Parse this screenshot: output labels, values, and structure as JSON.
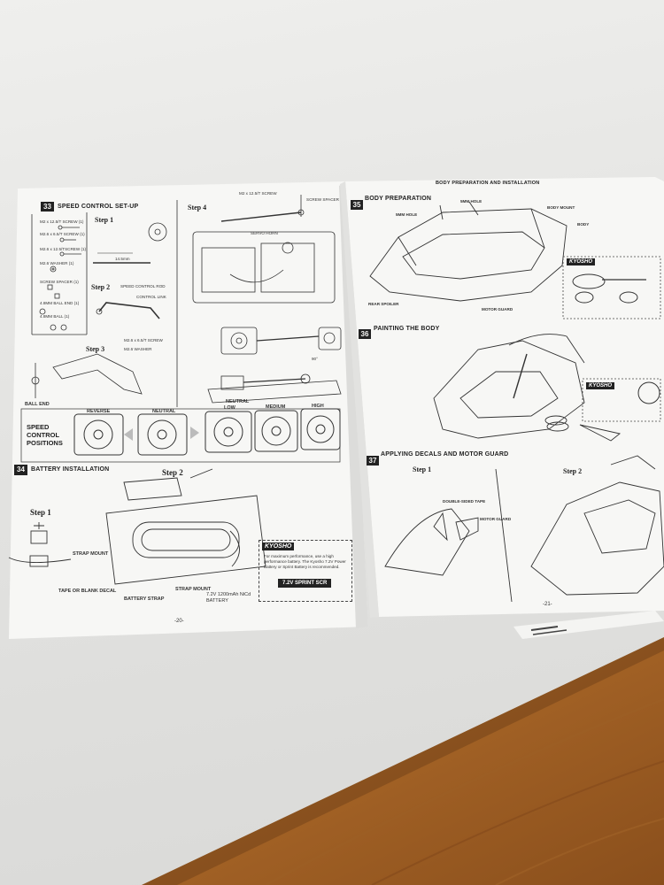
{
  "left_page": {
    "s33": {
      "num": "33",
      "title": "SPEED CONTROL SET-UP",
      "step1": "Step 1",
      "step2": "Step 2",
      "step3": "Step 3",
      "step4": "Step 4",
      "parts": [
        "M2 x 12.5/T SCREW (1)",
        "M2.6 x 6.5/T SCREW (1)",
        "M2.6 x 12.5/TSCREW (1)",
        "M2.6 WASHER (1)",
        "SCREW SPACER (1)",
        "4.8MM BALL END (1)",
        "4.8MM BALL (1)"
      ],
      "rod": "SPEED CONTROL ROD",
      "link": "CONTROL LINK",
      "screw3": "M2.6 x 6.5/T SCREW",
      "washer3": "M2.6 WASHER",
      "top_screw": "M2 x 12.5/T SCREW",
      "spacer": "SCREW SPACER",
      "servo_horn": "SERVO HORN",
      "dim": "14.5mm",
      "deg": "90°",
      "ball_end": "BALL END",
      "positions_label": "SPEED CONTROL POSITIONS",
      "pos": [
        "REVERSE",
        "NEUTRAL",
        "LOW",
        "MEDIUM",
        "HIGH"
      ],
      "neutral2": "NEUTRAL"
    },
    "s34": {
      "num": "34",
      "title": "BATTERY INSTALLATION",
      "step1": "Step 1",
      "step2": "Step 2",
      "strap_mount": "STRAP MOUNT",
      "tape": "TAPE OR BLANK DECAL",
      "strap_mount2": "STRAP MOUNT",
      "battery_strap": "BATTERY STRAP",
      "battery": "7.2V 1200mAh NiCd BATTERY",
      "brand": "KYOSHO",
      "note": "For maximum performance, use a high performance battery. The Kyosho 7.2V Power Battery or Sprint Battery is recommended.",
      "pack": "7.2V SPRINT SCR"
    },
    "page_no": "-20-"
  },
  "right_page": {
    "header": "BODY PREPARATION AND INSTALLATION",
    "s35": {
      "num": "35",
      "title": "BODY PREPARATION",
      "hole1": "5MM HOLE",
      "hole2": "5MM HOLE",
      "mount": "BODY MOUNT",
      "body": "BODY",
      "spoiler": "REAR SPOILER",
      "guard": "MOTOR GUARD",
      "brand": "KYOSHO"
    },
    "s36": {
      "num": "36",
      "title": "PAINTING THE BODY",
      "brand": "KYOSHO"
    },
    "s37": {
      "num": "37",
      "title": "APPLYING DECALS AND MOTOR GUARD",
      "step1": "Step 1",
      "step2": "Step 2",
      "tape": "DOUBLE-SIDED TAPE",
      "guard": "MOTOR GUARD"
    },
    "page_no": "-21-"
  }
}
